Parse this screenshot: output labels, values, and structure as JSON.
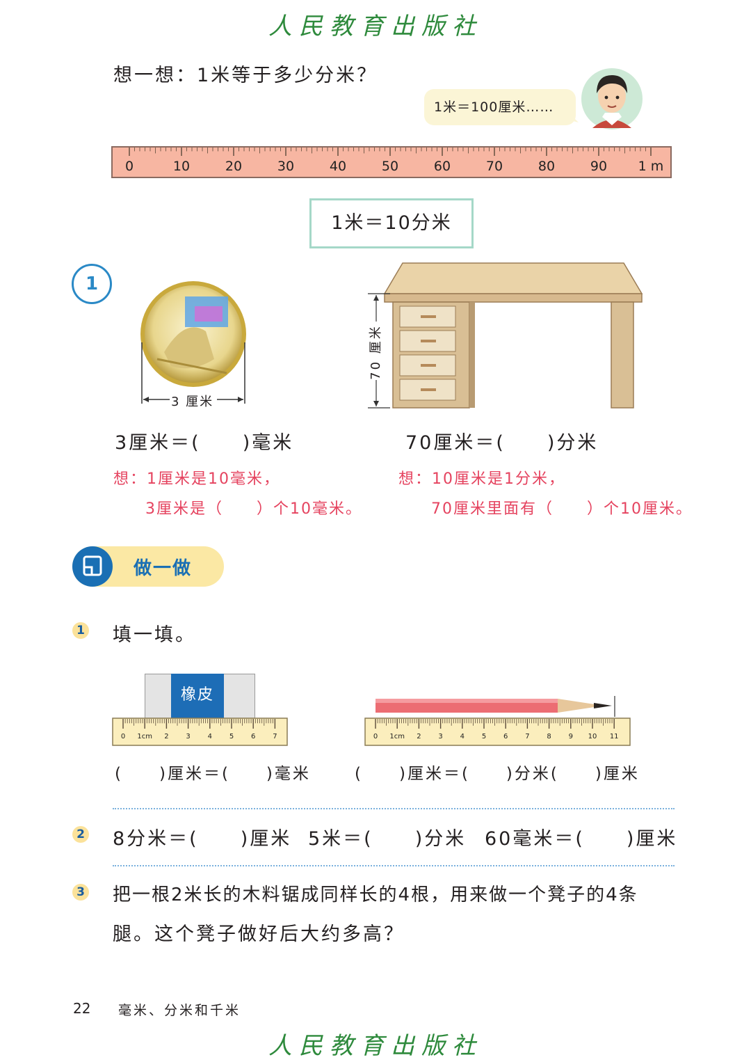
{
  "watermark": "人民教育出版社",
  "think": {
    "question": "想一想：1米等于多少分米？",
    "bubble": "1米＝100厘米……"
  },
  "ruler": {
    "labels": [
      "0",
      "10",
      "20",
      "30",
      "40",
      "50",
      "60",
      "70",
      "80",
      "90",
      "1 m"
    ]
  },
  "equation_box": "1米＝10分米",
  "example": {
    "number": "1",
    "coin_label": "3 厘米",
    "desk_label": "70 厘米",
    "q_left": "3厘米＝(　　)毫米",
    "q_right": "70厘米＝(　　)分米",
    "hint_left_1": "想：1厘米是10毫米，",
    "hint_left_2": "3厘米是（　　）个10毫米。",
    "hint_right_1": "想：10厘米是1分米，",
    "hint_right_2": "70厘米里面有（　　）个10厘米。"
  },
  "section_title": "做一做",
  "exercises": {
    "e1_num": "1",
    "e1_title": "填一填。",
    "eraser_label": "橡皮",
    "small_ruler_labels": [
      "0",
      "1cm",
      "2",
      "3",
      "4",
      "5",
      "6",
      "7"
    ],
    "long_ruler_labels": [
      "0",
      "1cm",
      "2",
      "3",
      "4",
      "5",
      "6",
      "7",
      "8",
      "9",
      "10",
      "11"
    ],
    "e1_left": "(　　)厘米＝(　　)毫米",
    "e1_right": "(　　)厘米＝(　　)分米(　　)厘米",
    "e2_num": "2",
    "e2_a": "8分米＝(　　)厘米",
    "e2_b": "5米＝(　　)分米",
    "e2_c": "60毫米＝(　　)厘米",
    "e3_num": "3",
    "e3_line1": "把一根2米长的木料锯成同样长的4根，用来做一个凳子的4条",
    "e3_line2": "腿。这个凳子做好后大约多高？"
  },
  "footer": {
    "page_number": "22",
    "chapter": "毫米、分米和千米"
  }
}
